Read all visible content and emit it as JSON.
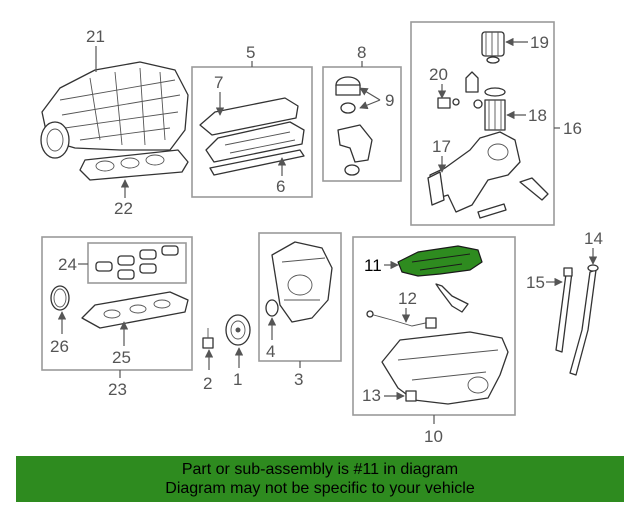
{
  "callouts": {
    "c1": "1",
    "c2": "2",
    "c3": "3",
    "c4": "4",
    "c5": "5",
    "c6": "6",
    "c7": "7",
    "c8": "8",
    "c9": "9",
    "c10": "10",
    "c11": "11",
    "c12": "12",
    "c13": "13",
    "c14": "14",
    "c15": "15",
    "c16": "16",
    "c17": "17",
    "c18": "18",
    "c19": "19",
    "c20": "20",
    "c21": "21",
    "c22": "22",
    "c23": "23",
    "c24": "24",
    "c25": "25",
    "c26": "26"
  },
  "highlight": {
    "callout": "11",
    "color": "#2e8b1f"
  },
  "banner": {
    "line1": "Part or sub-assembly is #11 in diagram",
    "line2": "Diagram may not be specific to your vehicle",
    "background": "#2e8b1f"
  }
}
